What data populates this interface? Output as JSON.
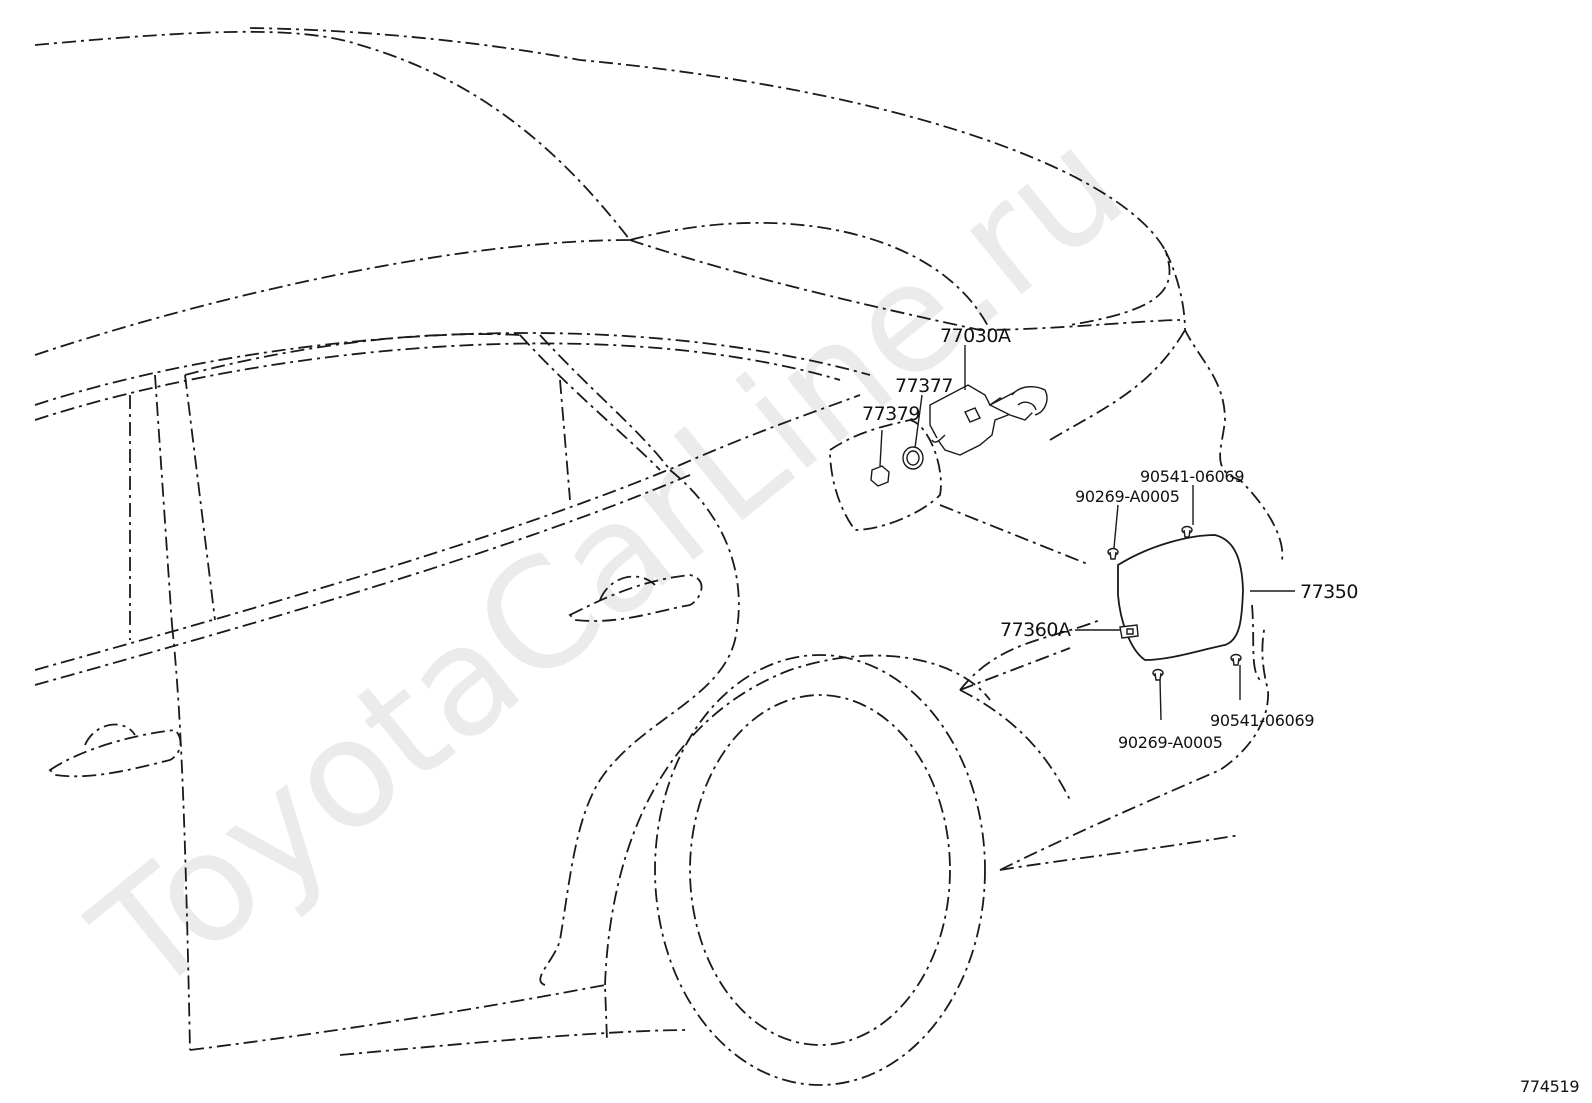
{
  "watermark": "ToyotaCarLine.ru",
  "diagram_id": "774519",
  "labels": {
    "fuel_opener_lock": "77030A",
    "clip_77377": "77377",
    "nut_77379": "77379",
    "screw_upper_right": "90541-06069",
    "clip_upper_left": "90269-A0005",
    "fuel_lid": "77350",
    "hinge": "77360A",
    "clip_lower_left": "90269-A0005",
    "screw_lower_right": "90541-06069"
  }
}
